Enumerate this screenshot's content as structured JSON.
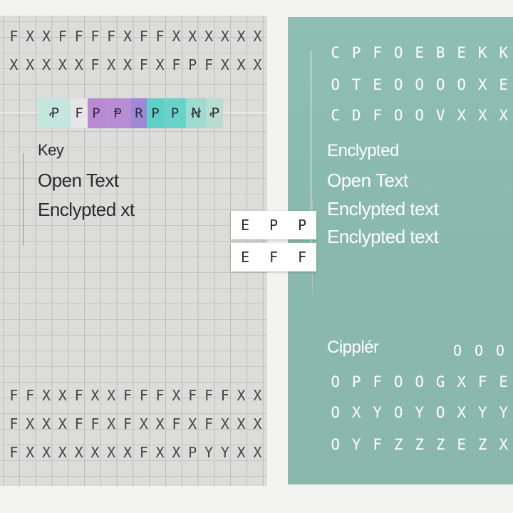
{
  "left_panel": {
    "top_rows": [
      [
        "F",
        "X",
        "X",
        "F",
        "F",
        "F",
        "F",
        "X",
        "F",
        "F",
        "X",
        "X",
        "X",
        "X",
        "X",
        "X"
      ],
      [
        "X",
        "X",
        "X",
        "X",
        "X",
        "F",
        "X",
        "X",
        "F",
        "X",
        "F",
        "P",
        "F",
        "X",
        "X",
        "X"
      ]
    ],
    "bottom_rows": [
      [
        "F",
        "F",
        "X",
        "X",
        "F",
        "X",
        "X",
        "F",
        "F",
        "F",
        "X",
        "F",
        "F",
        "F",
        "X",
        "X"
      ],
      [
        "F",
        "X",
        "X",
        "X",
        "F",
        "F",
        "X",
        "F",
        "X",
        "X",
        "F",
        "X",
        "F",
        "X",
        "X",
        "X"
      ],
      [
        "F",
        "X",
        "X",
        "X",
        "X",
        "X",
        "X",
        "X",
        "F",
        "X",
        "X",
        "P",
        "Y",
        "Y",
        "X",
        "X"
      ]
    ],
    "key_strip": [
      {
        "char": "Ꝓ",
        "color": "#c4e6dc"
      },
      {
        "char": "F",
        "color": "#e6e6e6"
      },
      {
        "char": "P",
        "color": "#b78ad3"
      },
      {
        "char": "Ᵽ",
        "color": "#b98dd6"
      },
      {
        "char": "R",
        "color": "#9f88d8"
      },
      {
        "char": "P",
        "color": "#5fd0c6"
      },
      {
        "char": "P",
        "color": "#68d3c8"
      },
      {
        "char": "Ꞥ",
        "color": "#9fdccf"
      },
      {
        "char": "Ꝓ",
        "color": "#b9dcd0"
      }
    ],
    "key_label": "Key",
    "open_text_label": "Open Text",
    "encrypted_label": "Enclypted xt"
  },
  "middle": {
    "box1": [
      "E",
      "P",
      "P"
    ],
    "box2": [
      "E",
      "F",
      "F"
    ]
  },
  "right_panel": {
    "top_rows": [
      [
        "C",
        "P",
        "F",
        "O",
        "E",
        "B",
        "E",
        "K",
        "K"
      ],
      [
        "O",
        "T",
        "E",
        "O",
        "O",
        "O",
        "O",
        "X",
        "E"
      ],
      [
        "C",
        "D",
        "F",
        "O",
        "O",
        "V",
        "X",
        "X",
        "X"
      ]
    ],
    "encrypted_heading": "Enclypted",
    "open_text_label": "Open Text",
    "encrypted_text_1": "Enclypted text",
    "encrypted_text_2": "Enclypted text",
    "cipher_label": "Cipplér",
    "cipher_marks": [
      "O",
      "O",
      "O"
    ],
    "bottom_rows": [
      [
        "O",
        "P",
        "F",
        "O",
        "O",
        "G",
        "X",
        "F",
        "E"
      ],
      [
        "O",
        "X",
        "Y",
        "O",
        "Y",
        "O",
        "X",
        "Y",
        "Y"
      ],
      [
        "O",
        "Y",
        "F",
        "Z",
        "Z",
        "Z",
        "E",
        "Z",
        "X"
      ]
    ]
  },
  "colors": {
    "grid_bg": "#dcdcdb",
    "teal_bg": "#8fbfb1"
  }
}
